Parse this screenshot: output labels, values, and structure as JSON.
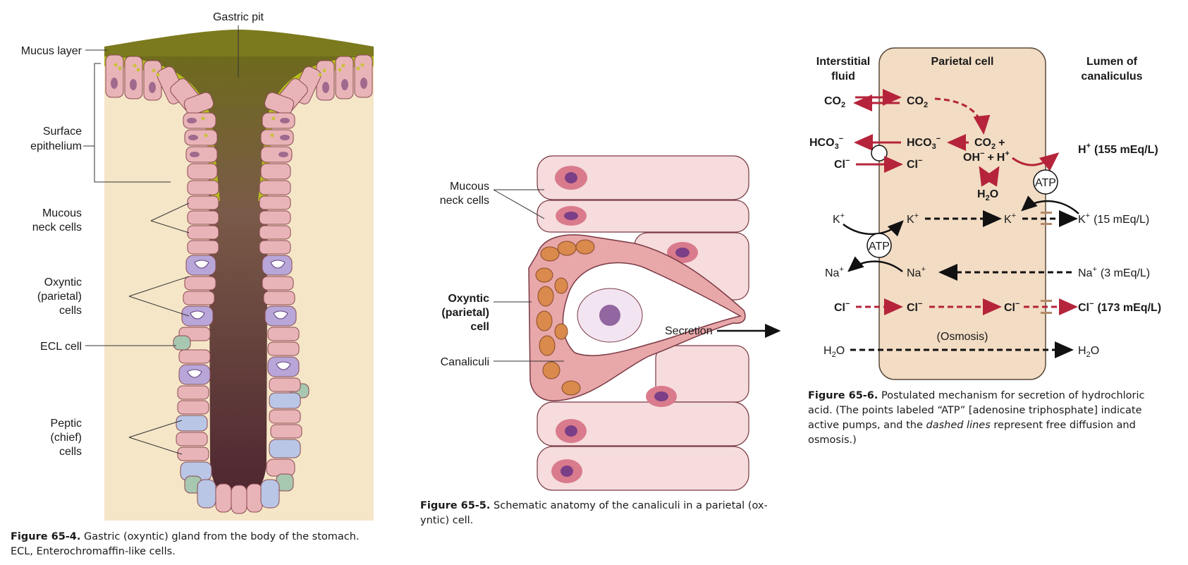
{
  "figure_65_4": {
    "labels": {
      "gastric_pit": "Gastric pit",
      "mucus_layer": "Mucus layer",
      "surface_epithelium_1": "Surface",
      "surface_epithelium_2": "epithelium",
      "mucous_neck_1": "Mucous",
      "mucous_neck_2": "neck cells",
      "oxyntic_1": "Oxyntic",
      "oxyntic_2": "(parietal)",
      "oxyntic_3": "cells",
      "ecl": "ECL cell",
      "peptic_1": "Peptic",
      "peptic_2": "(chief)",
      "peptic_3": "cells"
    },
    "caption": {
      "number": "Figure 65-4.",
      "line1": "Gastric (oxyntic) gland from the body of the stomach.",
      "line2": "ECL, Enterochromaffin-like cells."
    }
  },
  "figure_65_5": {
    "labels": {
      "mucous_neck_1": "Mucous",
      "mucous_neck_2": "neck cells",
      "oxyntic_1": "Oxyntic",
      "oxyntic_2": "(parietal)",
      "oxyntic_3": "cell",
      "canaliculi": "Canaliculi",
      "secretion": "Secretion"
    },
    "caption": {
      "number": "Figure 65-5.",
      "line1": "Schematic anatomy of the canaliculi in a parietal (ox-",
      "line2": "yntic) cell."
    }
  },
  "figure_65_6": {
    "headers": {
      "interstitial_1": "Interstitial",
      "interstitial_2": "fluid",
      "parietal": "Parietal cell",
      "lumen_1": "Lumen of",
      "lumen_2": "canaliculus"
    },
    "species": {
      "co2": "CO",
      "hco3": "HCO",
      "cl": "Cl",
      "h": "H",
      "k": "K",
      "na": "Na",
      "h2o": "H",
      "oh": "OH",
      "plus": "+",
      "minus": "−",
      "sub2": "2",
      "sub3": "3",
      "o": "O",
      "atp": "ATP"
    },
    "values": {
      "h_lumen": "(155 mEq/L)",
      "k_lumen": "(15 mEq/L)",
      "na_lumen": "(3 mEq/L)",
      "cl_lumen": "(173 mEq/L)",
      "osmosis": "(Osmosis)"
    },
    "caption": {
      "number": "Figure 65-6.",
      "line1_rest": "Postulated mechanism for secretion of hydrochloric",
      "line2": "acid. (The points labeled “ATP” [adenosine triphosphate] indicate",
      "line3_a": "active pumps, and the ",
      "line3_i": "dashed lines",
      "line3_b": " represent free diffusion and",
      "line4": "osmosis.)"
    }
  },
  "colors": {
    "red_arrow": "#b5243a",
    "cell_fill": "#f2dcc4",
    "background_tissue": "#f5e6c8",
    "mucus": "#b5bd1e",
    "lumen_top": "#6e6a1d",
    "lumen_bottom": "#5a2a33",
    "cell_pink": "#e9b4b8",
    "nucleus": "#8e4c86"
  }
}
